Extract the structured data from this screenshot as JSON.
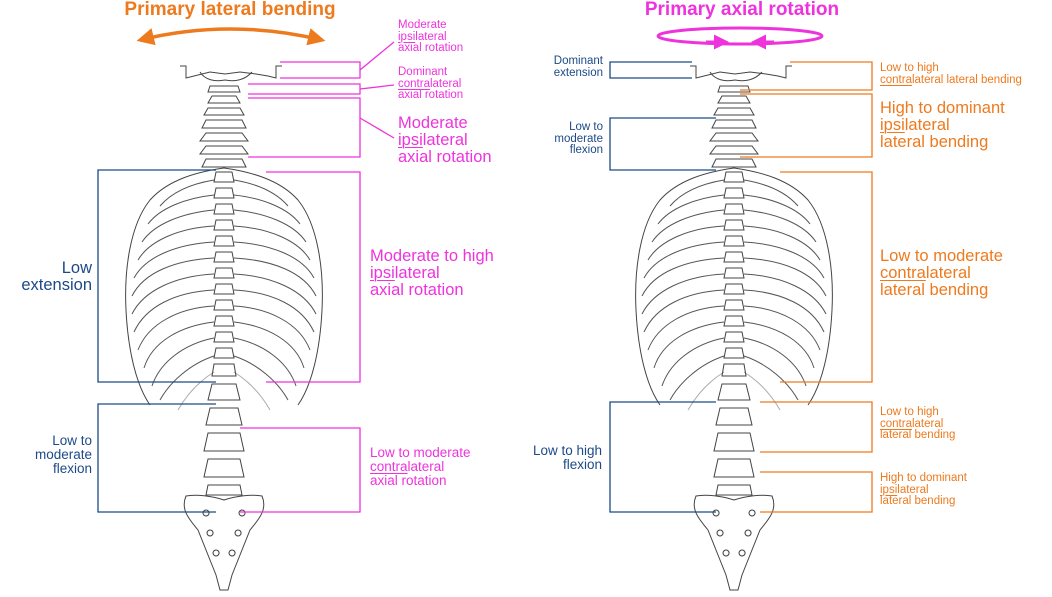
{
  "left_panel": {
    "title": "Primary lateral bending",
    "labels": {
      "a1": {
        "pre": "Moderate",
        "u": "ipsi",
        "post": "lateral",
        "line3": "axial rotation"
      },
      "a2": {
        "pre": "Dominant",
        "u": "contra",
        "post": "lateral",
        "line3": "axial rotation"
      },
      "a3": {
        "pre": "Moderate",
        "u": "ipsi",
        "post": "lateral",
        "line3": "axial rotation"
      },
      "a4": {
        "pre": "Moderate to high",
        "u": "ipsi",
        "post": "lateral",
        "line3": "axial rotation"
      },
      "a5": {
        "pre": "Low to moderate",
        "u": "contra",
        "post": "lateral",
        "line3": "axial rotation"
      },
      "s1": {
        "line1": "Low",
        "line2": "extension"
      },
      "s2": {
        "line1": "Low to",
        "line2": "moderate",
        "line3": "flexion"
      }
    }
  },
  "right_panel": {
    "title": "Primary axial rotation",
    "labels": {
      "s1": {
        "line1": "Dominant",
        "line2": "extension"
      },
      "s2": {
        "line1": "Low to",
        "line2": "moderate",
        "line3": "flexion"
      },
      "s3": {
        "line1": "Low to high",
        "line2": "flexion"
      },
      "b1": {
        "pre": "Low to high",
        "u": "contra",
        "post": "lateral lateral bending"
      },
      "b2": {
        "pre": "High to dominant",
        "u": "ipsi",
        "post": "lateral",
        "line3": "lateral bending"
      },
      "b3": {
        "pre": "Low to moderate",
        "u": "contra",
        "post": "lateral",
        "line3": "lateral bending"
      },
      "b4": {
        "pre": "Low to high",
        "u": "contra",
        "post": "lateral",
        "line3": "lateral bending"
      },
      "b5": {
        "pre": "High to dominant",
        "u": "ipsi",
        "post": "lateral",
        "line3": "lateral bending"
      }
    }
  },
  "colors": {
    "magenta": "#ee33dd",
    "orange": "#ee7a1e",
    "blue": "#1c4a87",
    "bone": "#444444"
  }
}
